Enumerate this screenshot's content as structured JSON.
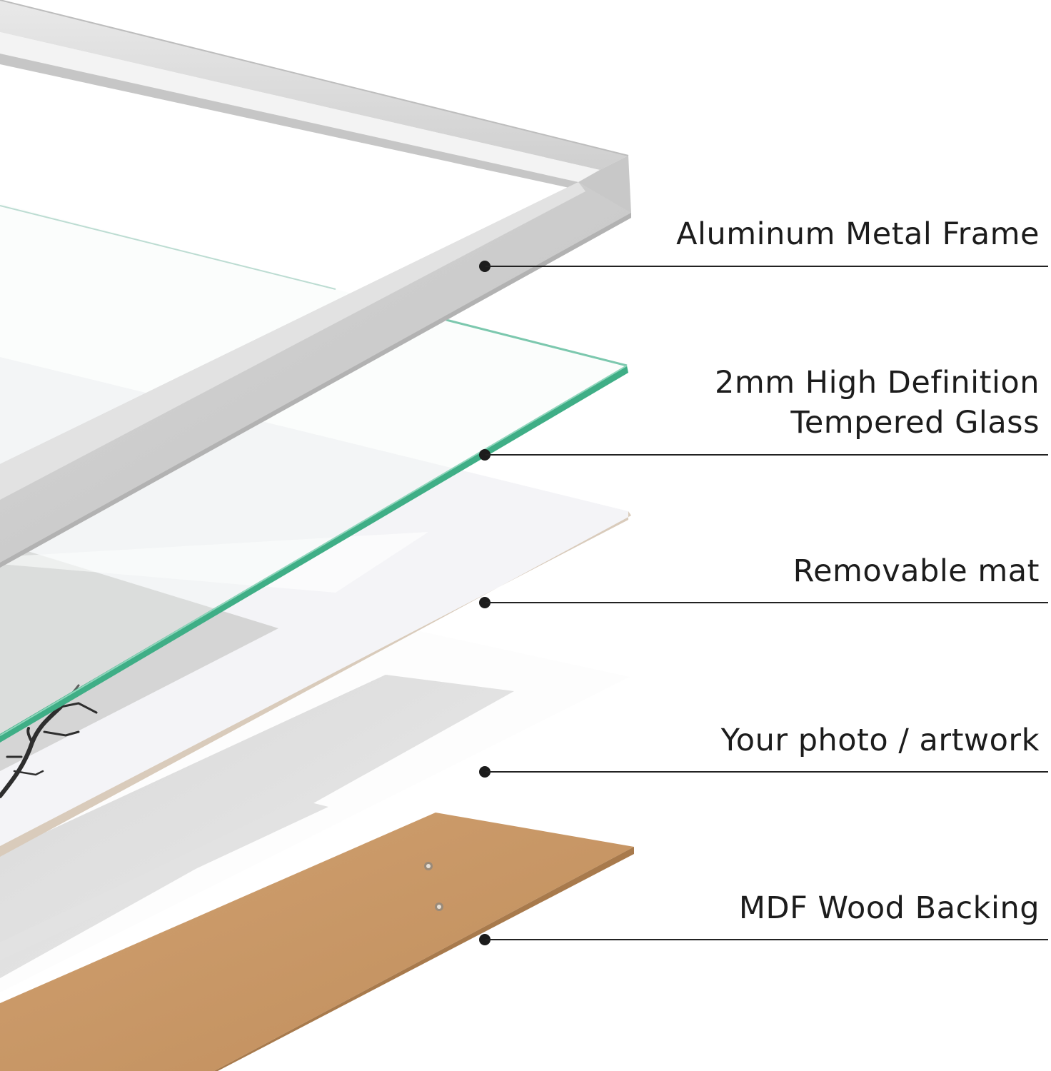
{
  "layers": [
    {
      "id": "frame",
      "lines": [
        "Aluminum Metal Frame"
      ]
    },
    {
      "id": "glass",
      "lines": [
        "2mm High Definition",
        "Tempered Glass"
      ]
    },
    {
      "id": "mat",
      "lines": [
        "Removable mat"
      ]
    },
    {
      "id": "photo",
      "lines": [
        "Your photo / artwork"
      ]
    },
    {
      "id": "backing",
      "lines": [
        "MDF Wood Backing"
      ]
    }
  ],
  "colors": {
    "frame": "#d9d9d9",
    "glass_edge": "#3fae86",
    "mat": "#f6f6f8",
    "photo": "#dcdcdc",
    "backing": "#c99b6a",
    "text": "#1c1c1c"
  }
}
